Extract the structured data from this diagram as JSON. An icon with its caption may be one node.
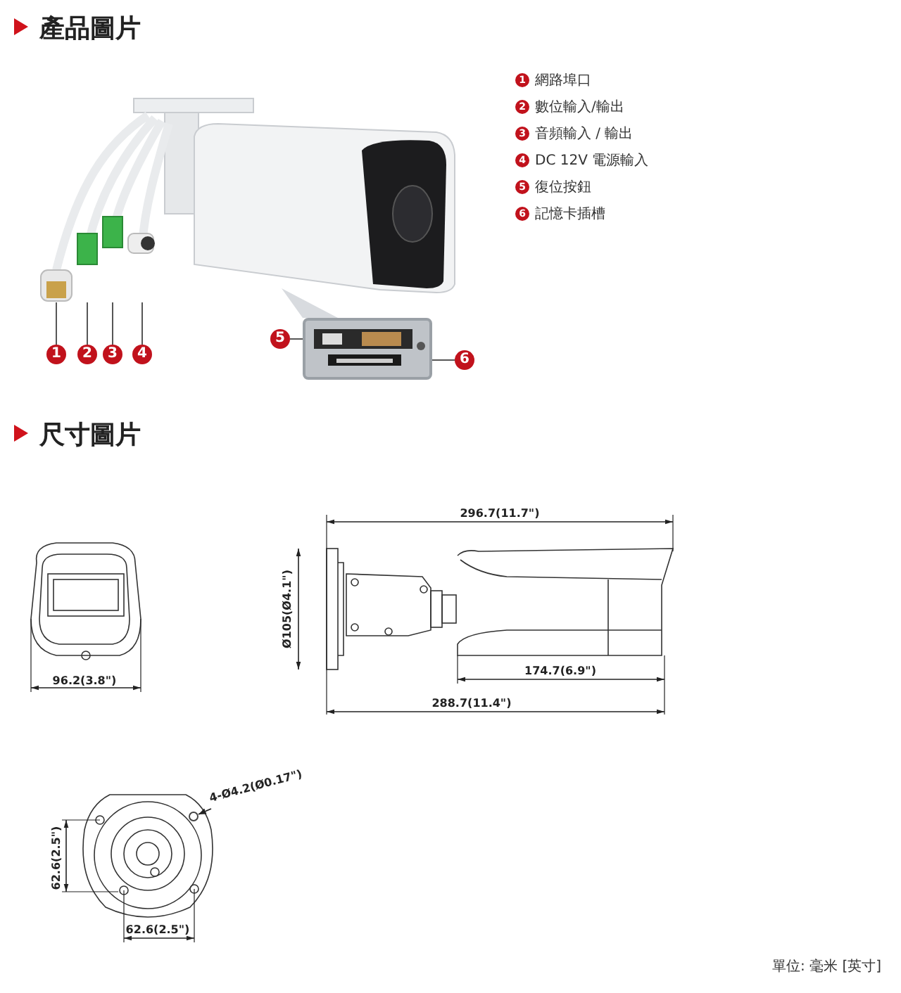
{
  "diagram": {
    "title": "產品圖片",
    "nodes": [
      {
        "text": [],
        "shape": "picture"
      },
      {
        "text": [
          "1"
        ]
      },
      {
        "text": [
          "2"
        ]
      },
      {
        "text": [
          "3"
        ]
      },
      {
        "text": [
          "4"
        ]
      },
      {
        "text": [
          "5"
        ]
      },
      {
        "text": [
          "6"
        ]
      },
      {
        "text": [],
        "shape": "picture"
      },
      {
        "text": [
          "4-Ø4.2(Ø0.17\")"
        ]
      },
      {
        "text": [],
        "shape": "circle"
      }
    ],
    "edges": [
      {
        "from": 1,
        "to": 0,
        "arrow": "none"
      },
      {
        "from": 2,
        "to": 0,
        "arrow": "none"
      },
      {
        "from": 3,
        "to": 0,
        "arrow": "none"
      },
      {
        "from": 4,
        "to": 0,
        "arrow": "none"
      },
      {
        "from": 5,
        "to": 7,
        "arrow": "none"
      },
      {
        "from": 6,
        "to": 7,
        "arrow": "none"
      },
      {
        "from": 8,
        "to": 9,
        "arrow": "to"
      }
    ],
    "labels": [
      "1",
      "網路埠口",
      "2",
      "數位輸入/輸出",
      "3",
      "音頻輸入 / 輸出",
      "4",
      "DC 12V 電源輸入",
      "5",
      "復位按鈕",
      "6",
      "記憶卡插槽",
      "尺寸圖片",
      "296.7(11.7\")",
      "Ø105(Ø4.1\")",
      "96.2(3.8\")",
      "174.7(6.9\")",
      "288.7(11.4\")",
      "62.6(2.5\")",
      "62.6(2.5\")",
      "單位: 毫米 [英寸]"
    ]
  }
}
